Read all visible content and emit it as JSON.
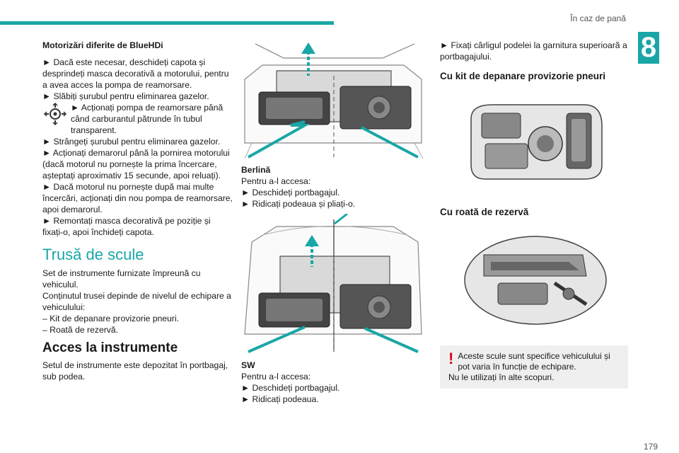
{
  "header": {
    "section": "În caz de pană",
    "chapter": "8"
  },
  "col1": {
    "subtitle": "Motorizări diferite de BlueHDi",
    "p1": "► Dacă este necesar, deschideți capota și desprindeți masca decorativă a motorului, pentru a avea acces la pompa de reamorsare.",
    "p2": "► Slăbiți șurubul pentru eliminarea gazelor.",
    "p3": "► Acționați pompa de reamorsare până când carburantul pătrunde în tubul transparent.",
    "p4": "► Strângeți șurubul pentru eliminarea gazelor.",
    "p5": "► Acționați demarorul până la pornirea motorului (dacă motorul nu pornește la prima încercare, așteptați aproximativ 15 secunde, apoi reluați).",
    "p6": "► Dacă motorul nu pornește după mai multe încercări, acționați din nou pompa de reamorsare, apoi demarorul.",
    "p7": "► Remontați masca decorativă pe poziție și fixați-o, apoi închideți capota.",
    "h_tools": "Trusă de scule",
    "t1": "Set de instrumente furnizate împreună cu vehiculul.",
    "t2": "Conținutul trusei depinde de nivelul de echipare a vehiculului:",
    "t3": "– Kit de depanare provizorie pneuri.",
    "t4": "– Roată de rezervă.",
    "h_access": "Acces la instrumente",
    "a1": "Setul de instrumente este depozitat în portbagaj, sub podea."
  },
  "col2": {
    "berlina": "Berlină",
    "b1": "Pentru a-l accesa:",
    "b2": "► Deschideți portbagajul.",
    "b3": "► Ridicați podeaua și pliați-o.",
    "sw": "SW",
    "s1": "Pentru a-l accesa:",
    "s2": "► Deschideți portbagajul.",
    "s3": "► Ridicați podeaua."
  },
  "col3": {
    "c1": "► Fixați cârligul podelei la garnitura superioară a portbagajului.",
    "h_kit": "Cu kit de depanare provizorie pneuri",
    "h_spare": "Cu roată de rezervă",
    "note1": "Aceste scule sunt specifice vehiculului și pot varia în funcție de echipare.",
    "note2": "Nu le utilizați în alte scopuri."
  },
  "page_number": "179",
  "colors": {
    "accent": "#1aa6a6",
    "warning": "#e2001a"
  }
}
